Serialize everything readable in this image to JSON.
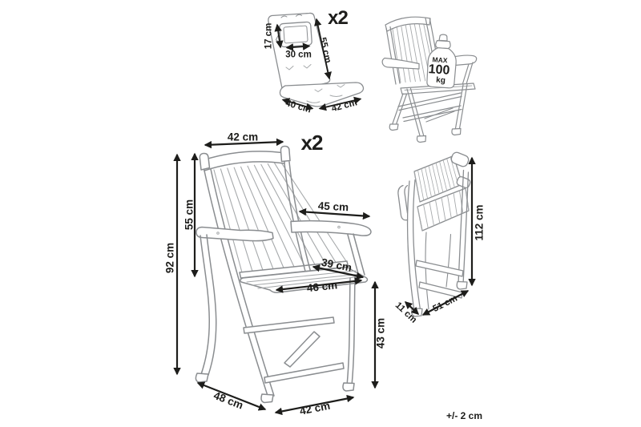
{
  "page": {
    "tolerance_note": "+/- 2 cm"
  },
  "colors": {
    "background": "#ffffff",
    "line_art": "#8a8d90",
    "line_art_light": "#a6a9ab",
    "dimension_ink": "#1d1d1b"
  },
  "cushion_figure": {
    "quantity_label": "x2",
    "dims": {
      "headrest_height": "17 cm",
      "headrest_width": "30 cm",
      "back_length": "55 cm",
      "seat_depth": "40 cm",
      "seat_width": "42 cm"
    }
  },
  "max_load_figure": {
    "label_line1": "MAX",
    "label_line2": "100",
    "label_line3": "kg"
  },
  "main_chair_figure": {
    "quantity_label": "x2",
    "dims": {
      "backrest_width": "42 cm",
      "backrest_height": "55 cm",
      "total_height": "92 cm",
      "armrest_length": "45 cm",
      "seat_depth": "39 cm",
      "seat_width": "46 cm",
      "seat_height": "43 cm",
      "base_depth": "48 cm",
      "base_width": "42 cm"
    }
  },
  "folded_chair_figure": {
    "dims": {
      "folded_height": "112 cm",
      "folded_depth": "11 cm",
      "folded_width": "51 cm"
    }
  }
}
